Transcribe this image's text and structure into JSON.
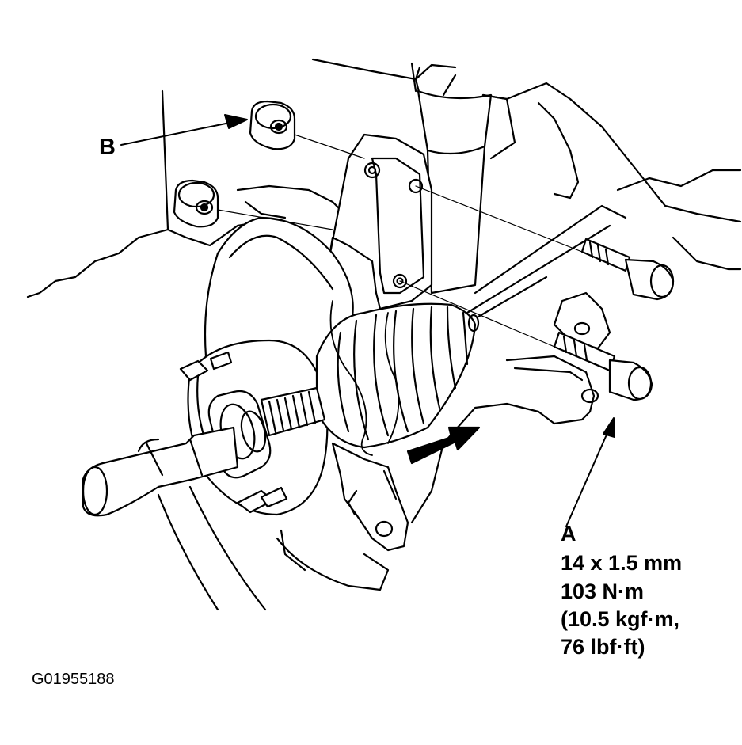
{
  "labels": {
    "b": "B",
    "a": "A"
  },
  "spec_a": {
    "line1": "14 x 1.5 mm",
    "line2": "103 N·m",
    "line3": "(10.5 kgf·m,",
    "line4": "76 lbf·ft)"
  },
  "figure_id": "G01955188"
}
